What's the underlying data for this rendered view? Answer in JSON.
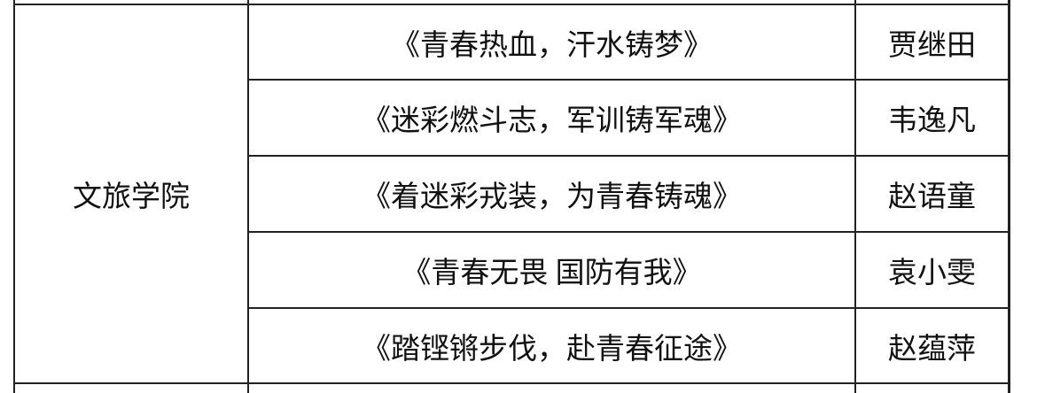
{
  "table": {
    "college": "文旅学院",
    "rows": [
      {
        "title": "《青春热血，汗水铸梦》",
        "author": "贾继田"
      },
      {
        "title": "《迷彩燃斗志，军训铸军魂》",
        "author": "韦逸凡"
      },
      {
        "title": "《着迷彩戎装，为青春铸魂》",
        "author": "赵语童"
      },
      {
        "title": "《青春无畏 国防有我》",
        "author": "袁小雯"
      },
      {
        "title": "《踏铿锵步伐，赴青春征途》",
        "author": "赵蕴萍"
      }
    ]
  }
}
